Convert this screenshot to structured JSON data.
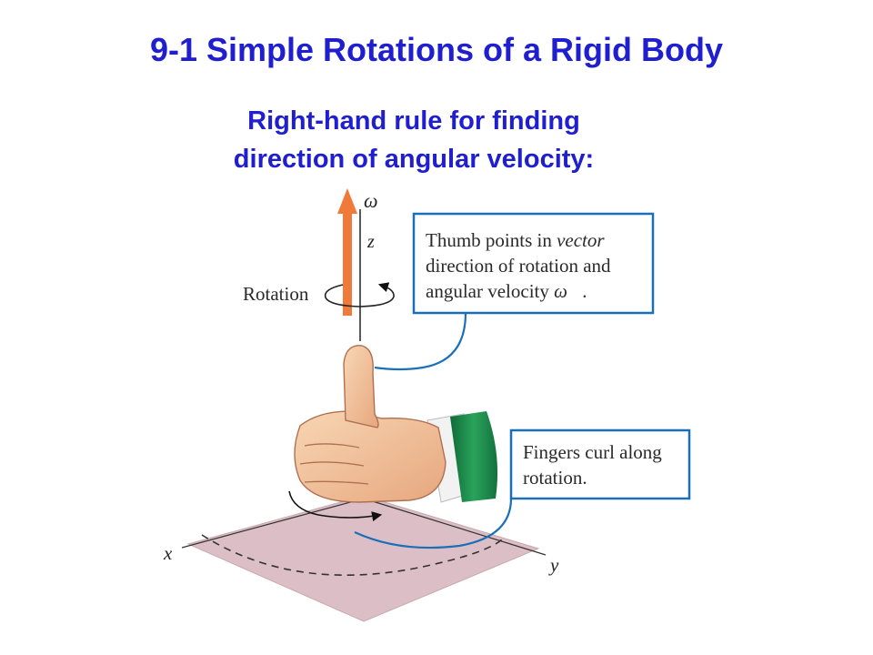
{
  "slide": {
    "title": "9-1 Simple Rotations of a Rigid Body",
    "subtitle_line1": "Right-hand rule for finding",
    "subtitle_line2": "direction of angular velocity:"
  },
  "figure": {
    "omega_label": "ω⃗",
    "z_label": "z",
    "x_label": "x",
    "y_label": "y",
    "rotation_label": "Rotation",
    "thumb_box": {
      "line1_a": "Thumb points in ",
      "line1_b": "vector",
      "line2": "direction of rotation and",
      "line3_a": "angular velocity ",
      "line3_b": "ω⃗",
      "line3_c": "."
    },
    "fingers_box": {
      "line1": "Fingers curl along",
      "line2": "rotation."
    },
    "colors": {
      "title": "#1f1fcf",
      "callout_border": "#1a6fb8",
      "vector": "#f07a3a",
      "plane": "#dcbfc6",
      "cuff": "#1a8a4a"
    }
  }
}
